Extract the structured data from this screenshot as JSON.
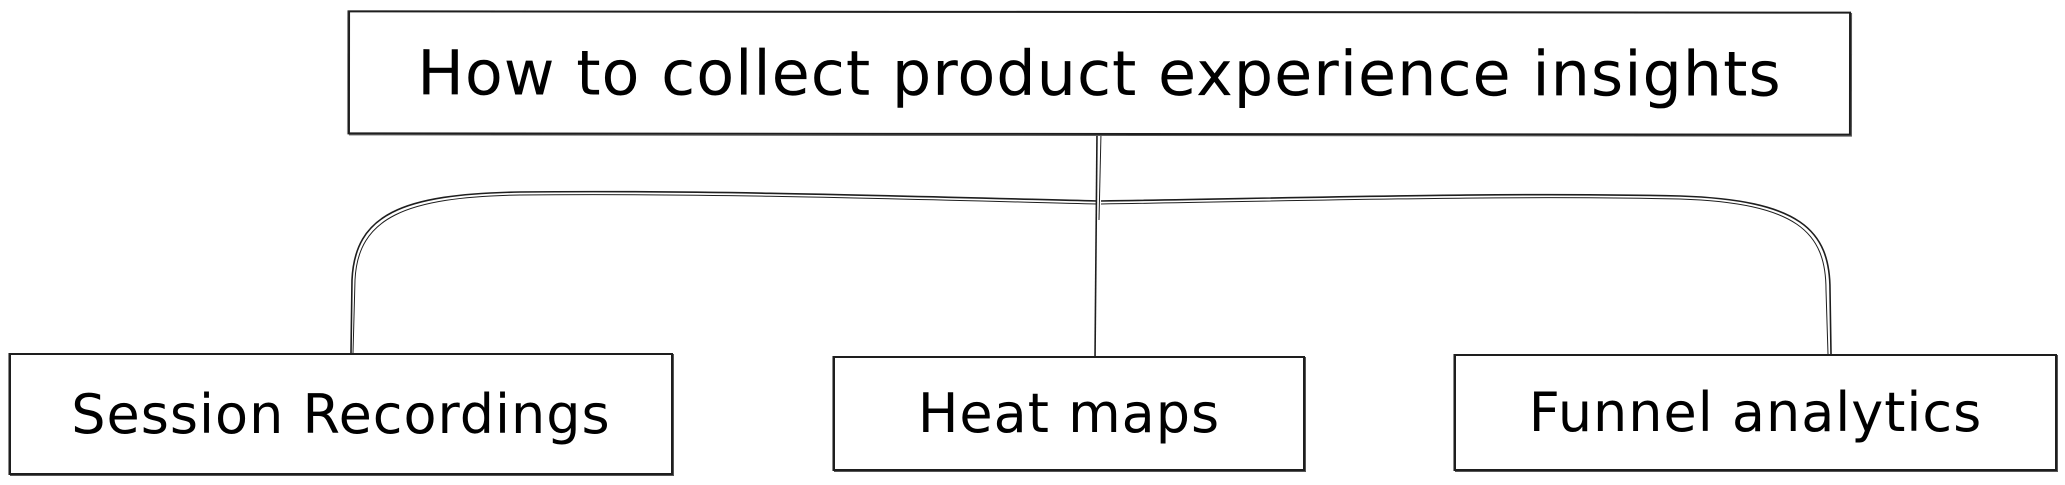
{
  "diagram": {
    "type": "tree",
    "style": "hand-drawn sketch",
    "root": {
      "label": "How to collect product experience insights"
    },
    "children": [
      {
        "label": "Session Recordings"
      },
      {
        "label": "Heat maps"
      },
      {
        "label": "Funnel analytics"
      }
    ]
  },
  "colors": {
    "stroke": "#1e1e1e",
    "background": "#ffffff",
    "text": "#000000"
  }
}
